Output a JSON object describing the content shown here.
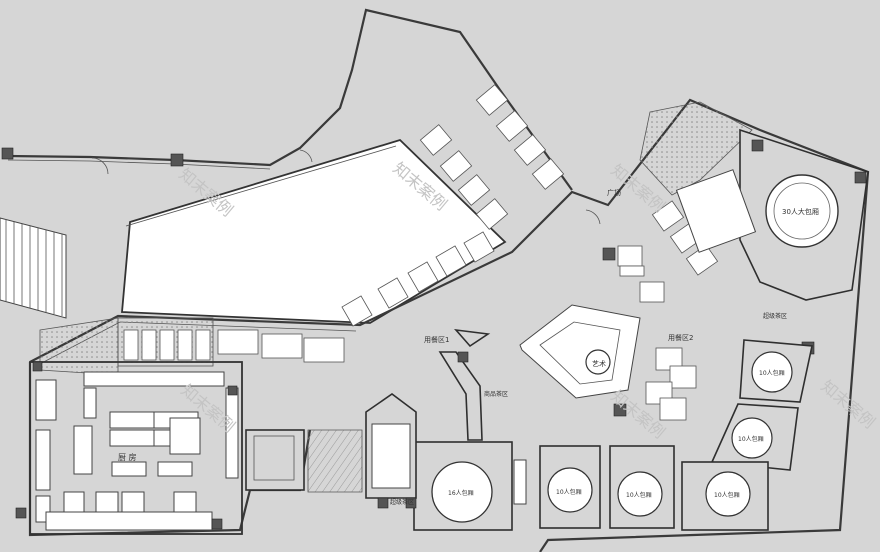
{
  "rooms": {
    "room_30": "30人大包厢",
    "room_16": "16人包厢",
    "room_10_a": "10人包厢",
    "room_10_b": "10人包厢",
    "room_10_c": "10人包厢",
    "room_10_d": "10人包厢",
    "room_10_e": "10人包厢"
  },
  "zones": {
    "dining_area_1": "用餐区1",
    "dining_area_2": "用餐区2",
    "kitchen": "厨 房",
    "art": "艺术",
    "entrance": "广场",
    "tea_area_1": "商品茶区",
    "tea_area_2": "超级茶区",
    "tea_area_3": "超级茶区"
  },
  "watermarks": [
    "知末案例",
    "知末案例",
    "知末案例",
    "知末案例",
    "知末案例",
    "知末案例"
  ]
}
